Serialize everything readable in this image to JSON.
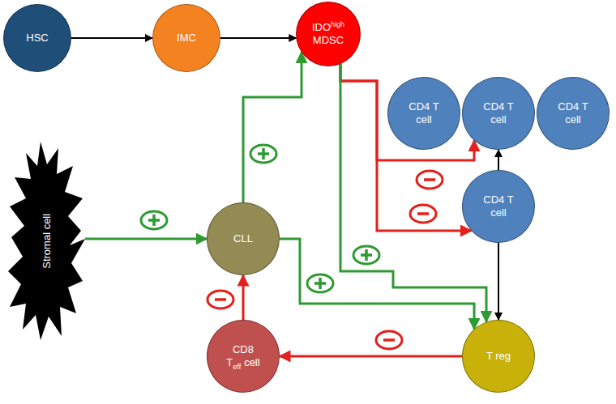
{
  "diagram": {
    "nodes": [
      {
        "text": [
          "HSC"
        ]
      },
      {
        "text": [
          "IMC"
        ]
      },
      {
        "text": [
          "IDO",
          "high",
          "MDSC"
        ]
      },
      {
        "text": [
          "CD4 T cell"
        ]
      },
      {
        "text": [
          "CD4 T cell"
        ]
      },
      {
        "text": [
          "CD4 T cell"
        ]
      },
      {
        "text": [
          "CD4 T cell"
        ]
      },
      {
        "text": [
          "Stromal cell"
        ]
      },
      {
        "text": [
          "CLL"
        ]
      },
      {
        "text": [
          "CD8",
          "T",
          "eff",
          "cell"
        ]
      },
      {
        "text": [
          "T reg"
        ]
      }
    ],
    "edges": [
      {
        "from": 0,
        "to": 1,
        "arrow": "to"
      },
      {
        "from": 1,
        "to": 2,
        "arrow": "to"
      },
      {
        "from": 8,
        "to": 2,
        "arrow": "to"
      },
      {
        "from": 7,
        "to": 8,
        "arrow": "to"
      },
      {
        "from": 9,
        "to": 8,
        "arrow": "to"
      },
      {
        "from": 10,
        "to": 9,
        "arrow": "to"
      },
      {
        "from": 6,
        "to": 10,
        "arrow": "to"
      },
      {
        "from": 6,
        "to": 4,
        "arrow": "to"
      },
      {
        "from": 2,
        "to": 4,
        "arrow": "to"
      },
      {
        "from": 2,
        "to": 6,
        "arrow": "to"
      },
      {
        "from": 2,
        "to": 10,
        "arrow": "to"
      },
      {
        "from": 8,
        "to": 10,
        "arrow": "to"
      }
    ]
  }
}
